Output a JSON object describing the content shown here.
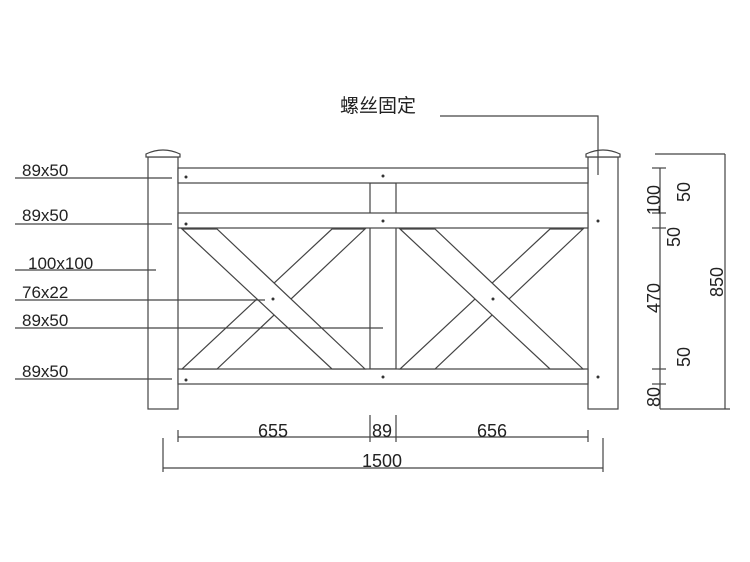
{
  "title_note": "螺丝固定",
  "part_labels": [
    "89x50",
    "89x50",
    "100x100",
    "76x22",
    "89x50",
    "89x50"
  ],
  "vertical_dims": {
    "segments": [
      "100",
      "50",
      "50",
      "470",
      "50",
      "80"
    ],
    "total": "850"
  },
  "horizontal_dims": {
    "segments": [
      "655",
      "89",
      "656"
    ],
    "total": "1500"
  }
}
